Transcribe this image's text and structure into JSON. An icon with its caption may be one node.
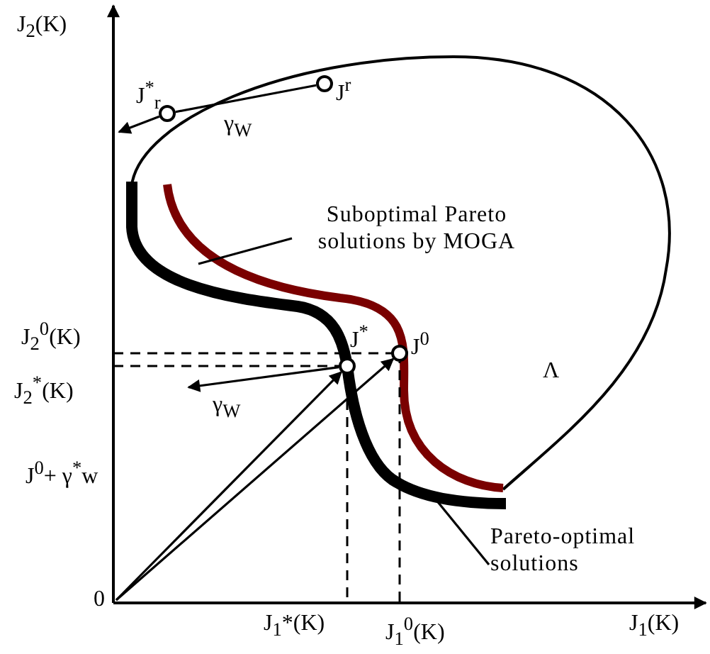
{
  "diagram": {
    "nodes": [
      {
        "text": [],
        "shape": "circle",
        "beside": [
          "J$^{*}$$_{r}$"
        ]
      },
      {
        "text": [],
        "shape": "circle",
        "beside": [
          "J$^{r}$"
        ]
      },
      {
        "text": [
          "0"
        ]
      },
      {
        "text": [],
        "shape": "circle",
        "beside": [
          "J$^{*}$"
        ]
      },
      {
        "text": [],
        "shape": "circle",
        "beside": [
          "J$^{0}$"
        ]
      },
      {
        "text": [
          "Suboptimal Pareto solutions by MOGA"
        ]
      },
      {
        "text": [
          "Pareto-optimal solutions"
        ]
      }
    ],
    "edges": [
      {
        "from": 1,
        "to": 0,
        "arrow": "none",
        "label": "γ$_{W}$"
      },
      {
        "from": 0,
        "to": null,
        "arrow": "to"
      },
      {
        "from": 2,
        "to": 3,
        "arrow": "to"
      },
      {
        "from": 2,
        "to": 4,
        "arrow": "to"
      },
      {
        "from": 3,
        "to": null,
        "arrow": "to",
        "label": "γ$_{W}$"
      },
      {
        "from": 5,
        "to": null,
        "arrow": "none"
      },
      {
        "from": 6,
        "to": null,
        "arrow": "none"
      }
    ],
    "labels": [
      "J$_{2}$(K)",
      "Λ",
      "J$_{2}$$^{0}$(K)",
      "J$_{2}$$^{*}$(K)",
      "J$^{0}$+ γ$^{*}$w",
      "J$_{1}$*(K)",
      "J$_{1}$$^{0}$(K)",
      "J$_{1}$(K)"
    ]
  }
}
